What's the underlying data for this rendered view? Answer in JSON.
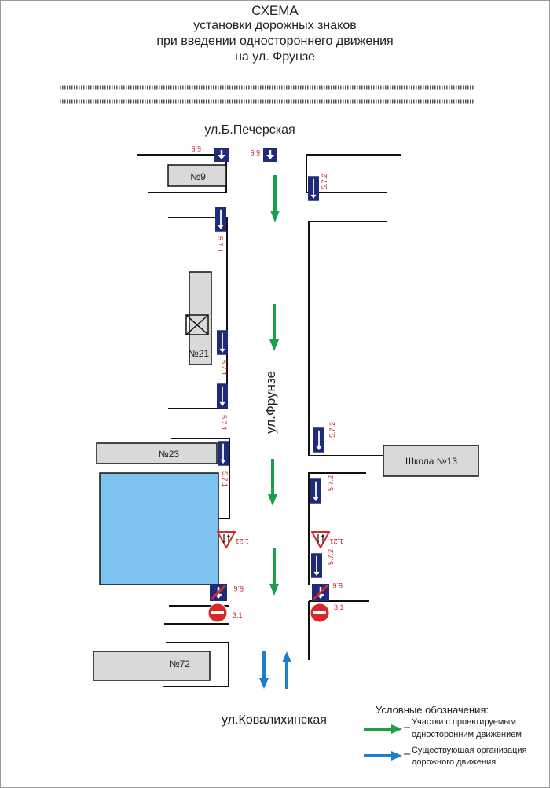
{
  "title": {
    "line1": "СХЕМА",
    "line2": "установки дорожных знаков",
    "line3": "при введении одностороннего движения",
    "line4": "на ул. Фрунзе"
  },
  "streets": {
    "top": "ул.Б.Печерская",
    "main": "ул.Фрунзе",
    "bottom": "ул.Ковалихинская"
  },
  "buildings": {
    "b9": "№9",
    "b21": "№21",
    "b23": "№23",
    "school": "Школа №13",
    "b72": "№72"
  },
  "signs": {
    "s55": "5.5",
    "s571": "5.7.1",
    "s572": "5.7.2",
    "s121": "1.21",
    "s56": "5.6",
    "s31": "3.1"
  },
  "legend": {
    "title": "Условные обозначения:",
    "green_line1": "Участки с проектируемым",
    "green_line2": "односторонним движением",
    "blue_line1": "Существующая организация",
    "blue_line2": "дорожного движения"
  },
  "colors": {
    "green_arrow": "#18a04a",
    "blue_arrow": "#1e7fc8",
    "sign_blue": "#1f2a78",
    "sign_red": "#d8282c",
    "building_fill": "#d9d9d9",
    "highlight_fill": "#7ec3f0",
    "label_red": "#c0262c"
  }
}
